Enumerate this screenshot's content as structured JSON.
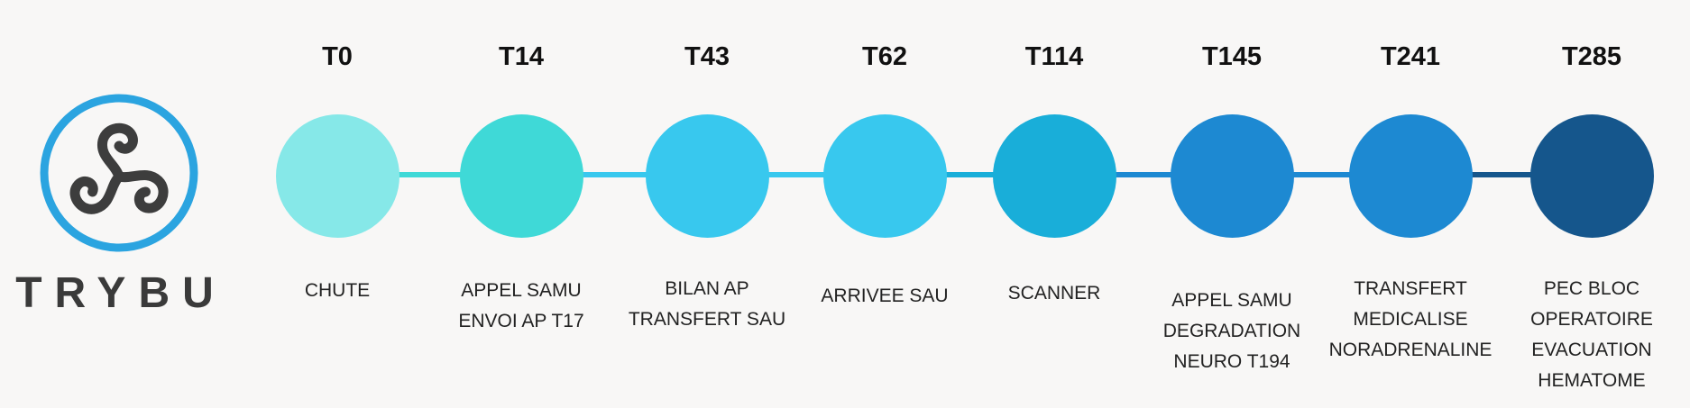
{
  "brand": {
    "name": "TRYBU",
    "ring_color": "#2ba4e0",
    "mark_color": "#3d3d3d",
    "icon": "triskelion-icon"
  },
  "timeline": [
    {
      "time": "T0",
      "label": "CHUTE",
      "color": "#86e8e8"
    },
    {
      "time": "T14",
      "label": "APPEL SAMU\nENVOI AP  T17",
      "color": "#3fd9d7"
    },
    {
      "time": "T43",
      "label": "BILAN AP\nTRANSFERT SAU",
      "color": "#38c8ee"
    },
    {
      "time": "T62",
      "label": "ARRIVEE  SAU",
      "color": "#38c8ee"
    },
    {
      "time": "T114",
      "label": "SCANNER",
      "color": "#19aed9"
    },
    {
      "time": "T145",
      "label": "APPEL SAMU\nDEGRADATION\nNEURO T194",
      "color": "#1d89d2"
    },
    {
      "time": "T241",
      "label": "TRANSFERT\nMEDICALISE\nNORADRENALINE",
      "color": "#1d89d2"
    },
    {
      "time": "T285",
      "label": "PEC BLOC\nOPERATOIRE\nEVACUATION\nHEMATOME",
      "color": "#15568c"
    }
  ]
}
